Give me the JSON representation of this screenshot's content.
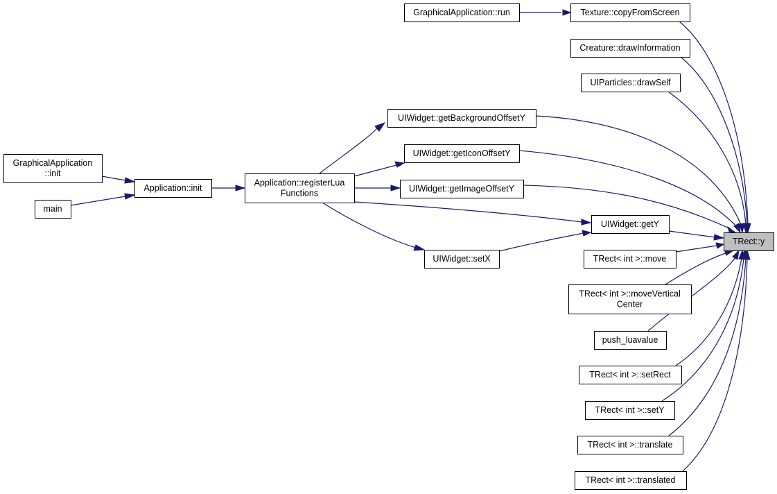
{
  "focus_node": "TRect::y",
  "colors": {
    "edge": "#191970",
    "node_border": "#000000",
    "focus_fill": "#bfbfbf",
    "node_fill": "#ffffff"
  },
  "nodes": [
    {
      "id": "trect_y",
      "lines": [
        "TRect::y"
      ],
      "focus": true
    },
    {
      "id": "gfx_run",
      "lines": [
        "GraphicalApplication::run"
      ]
    },
    {
      "id": "tex_copy",
      "lines": [
        "Texture::copyFromScreen"
      ]
    },
    {
      "id": "creature_draw",
      "lines": [
        "Creature::drawInformation"
      ]
    },
    {
      "id": "uiparticles_draw",
      "lines": [
        "UIParticles::drawSelf"
      ]
    },
    {
      "id": "uiw_bgoffy",
      "lines": [
        "UIWidget::getBackgroundOffsetY"
      ]
    },
    {
      "id": "uiw_iconoffy",
      "lines": [
        "UIWidget::getIconOffsetY"
      ]
    },
    {
      "id": "uiw_imgoffy",
      "lines": [
        "UIWidget::getImageOffsetY"
      ]
    },
    {
      "id": "uiw_gety",
      "lines": [
        "UIWidget::getY"
      ]
    },
    {
      "id": "uiw_setx",
      "lines": [
        "UIWidget::setX"
      ]
    },
    {
      "id": "app_reglua",
      "lines": [
        "Application::registerLua",
        "Functions"
      ]
    },
    {
      "id": "app_init",
      "lines": [
        "Application::init"
      ]
    },
    {
      "id": "gfx_init",
      "lines": [
        "GraphicalApplication",
        "::init"
      ]
    },
    {
      "id": "main",
      "lines": [
        "main"
      ]
    },
    {
      "id": "trect_move",
      "lines": [
        "TRect< int >::move"
      ]
    },
    {
      "id": "trect_movevc",
      "lines": [
        "TRect< int >::moveVertical",
        "Center"
      ]
    },
    {
      "id": "push_luavalue",
      "lines": [
        "push_luavalue"
      ]
    },
    {
      "id": "trect_setrect",
      "lines": [
        "TRect< int >::setRect"
      ]
    },
    {
      "id": "trect_sety",
      "lines": [
        "TRect< int >::setY"
      ]
    },
    {
      "id": "trect_translate",
      "lines": [
        "TRect< int >::translate"
      ]
    },
    {
      "id": "trect_translated",
      "lines": [
        "TRect< int >::translated"
      ]
    }
  ]
}
